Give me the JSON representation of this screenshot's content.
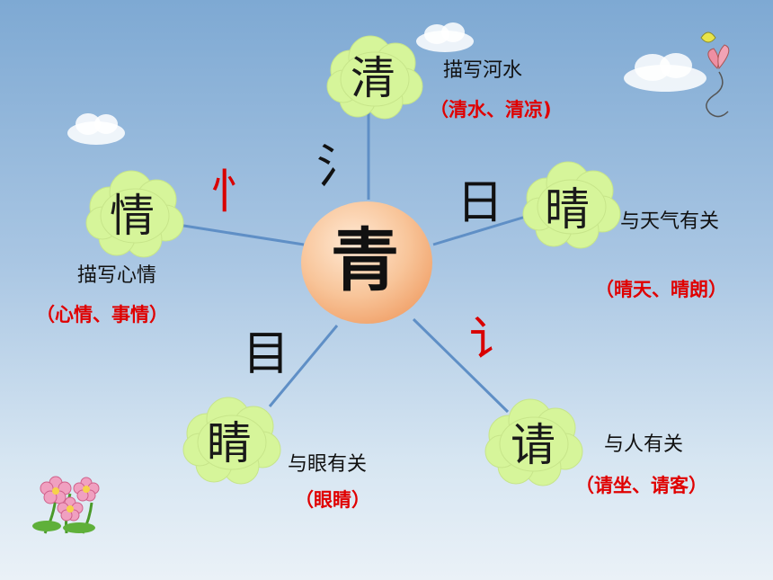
{
  "center": {
    "char": "青"
  },
  "nodes": [
    {
      "id": "qing-water",
      "char": "清",
      "radical": "氵",
      "description": "描写河水",
      "examples": "（清水、清凉)"
    },
    {
      "id": "qing-weather",
      "char": "晴",
      "radical": "日",
      "description": "与天气有关",
      "examples": "（晴天、晴朗）"
    },
    {
      "id": "qing-ask",
      "char": "请",
      "radical": "讠",
      "description": "与人有关",
      "examples": "（请坐、请客）"
    },
    {
      "id": "jing-eye",
      "char": "睛",
      "radical": "目",
      "description": "与眼有关",
      "examples": "（眼睛）"
    },
    {
      "id": "qing-heart",
      "char": "情",
      "radical": "忄",
      "description": "描写心情",
      "examples": "（心情、事情）"
    }
  ],
  "colors": {
    "cloud_fill": "#d6f59a",
    "center_fill": "#f6b47f",
    "line": "#5f8fc6",
    "label_red": "#e00000"
  },
  "decorations": [
    "butterfly-icon",
    "flower-icon",
    "cloud-icon"
  ]
}
